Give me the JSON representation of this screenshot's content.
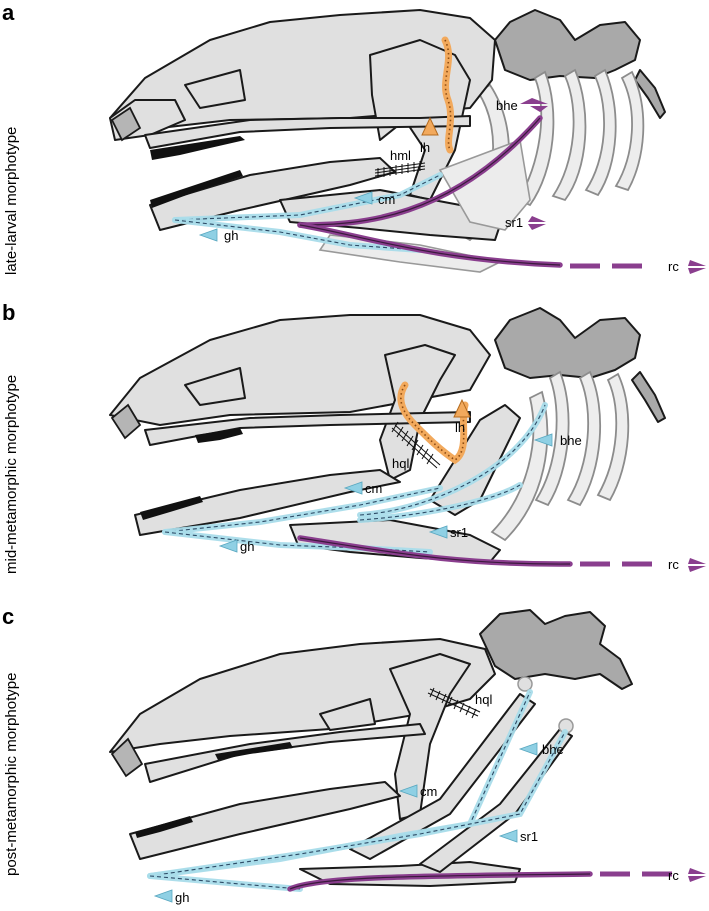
{
  "panels": [
    {
      "letter": "a",
      "label": "late-larval morphotype",
      "labels": {
        "gh": "gh",
        "cm": "cm",
        "hml": "hml",
        "lh": "lh",
        "bhe": "bhe",
        "sr1": "sr1",
        "rc": "rc"
      }
    },
    {
      "letter": "b",
      "label": "mid-metamorphic morphotype",
      "labels": {
        "gh": "gh",
        "cm": "cm",
        "hql": "hql",
        "lh": "lh",
        "bhe": "bhe",
        "sr1": "sr1",
        "rc": "rc"
      }
    },
    {
      "letter": "c",
      "label": "post-metamorphic morphotype",
      "labels": {
        "gh": "gh",
        "cm": "cm",
        "hql": "hql",
        "bhe": "bhe",
        "sr1": "sr1",
        "rc": "rc"
      }
    }
  ],
  "colors": {
    "bone": "#e0e0e0",
    "vertebra": "#a9a9a9",
    "muscle_blue": "#a9dcea",
    "muscle_purple": "#8a3e8e",
    "muscle_orange": "#f2a95c",
    "arrow_blue": "#8fd0e4",
    "arrow_purple": "#8a3e8e",
    "arrow_orange": "#f2a95c"
  }
}
